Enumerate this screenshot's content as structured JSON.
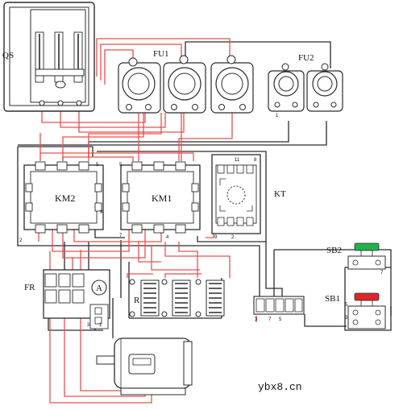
{
  "labels": {
    "qs": "QS",
    "fu1": "FU1",
    "fu2": "FU2",
    "km2": "KM2",
    "km1": "KM1",
    "kt": "KT",
    "fr": "FR",
    "r": "R",
    "sb2": "SB2",
    "sb1": "SB1",
    "ammeter": "A"
  },
  "terminals": {
    "fu2_term": "1",
    "km2_top": "5",
    "km1_top": "5",
    "km2_side": "9",
    "km2_bot_left": "2",
    "km1_bot": "7",
    "km1_bot2": "4",
    "kt_top_left": "11",
    "kt_top_right": "8",
    "kt_bot_left": "9",
    "kt_bot_right": "2",
    "fr_t1": "3",
    "fr_t2": "1",
    "tb_1": "3",
    "tb_2": "7",
    "tb_3": "5",
    "sb2_t": "7",
    "sb1_t1": "5",
    "sb1_t2": "3"
  },
  "watermark": "ybx8.cn",
  "colors": {
    "wire_red": "#e8504e",
    "wire_black": "#2b2b2b",
    "device_fill": "#ffffff",
    "button_green": "#21b24b",
    "button_red": "#e0262c"
  }
}
